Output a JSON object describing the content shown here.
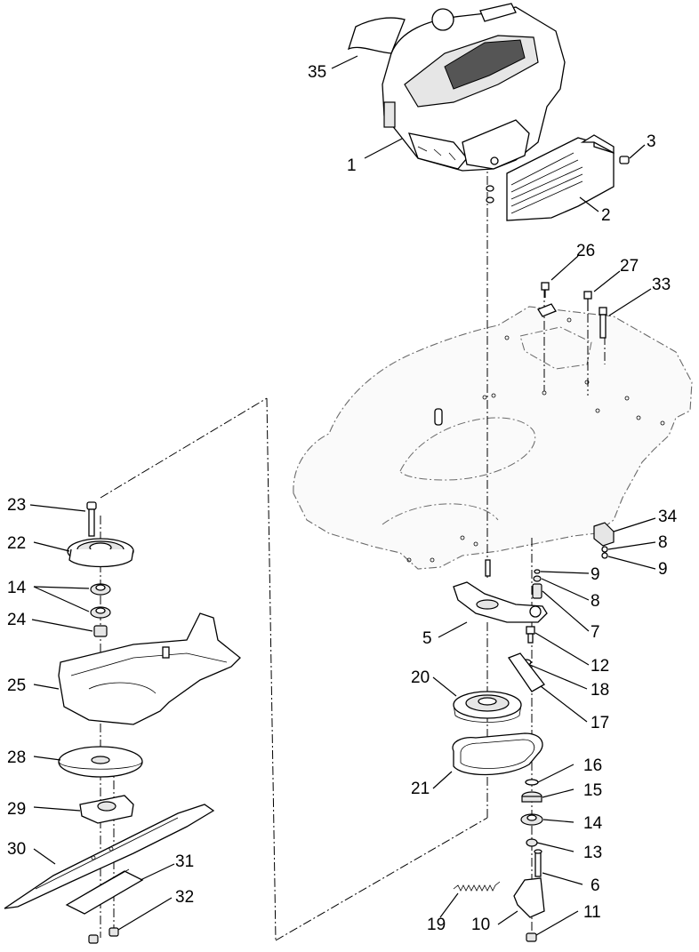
{
  "callouts": [
    {
      "id": "35",
      "label": "35"
    },
    {
      "id": "1",
      "label": "1"
    },
    {
      "id": "3",
      "label": "3"
    },
    {
      "id": "2",
      "label": "2"
    },
    {
      "id": "26",
      "label": "26"
    },
    {
      "id": "27",
      "label": "27"
    },
    {
      "id": "33",
      "label": "33"
    },
    {
      "id": "23",
      "label": "23"
    },
    {
      "id": "22",
      "label": "22"
    },
    {
      "id": "14a",
      "label": "14"
    },
    {
      "id": "24",
      "label": "24"
    },
    {
      "id": "25",
      "label": "25"
    },
    {
      "id": "28",
      "label": "28"
    },
    {
      "id": "29",
      "label": "29"
    },
    {
      "id": "30",
      "label": "30"
    },
    {
      "id": "31",
      "label": "31"
    },
    {
      "id": "32",
      "label": "32"
    },
    {
      "id": "34",
      "label": "34"
    },
    {
      "id": "8a",
      "label": "8"
    },
    {
      "id": "9a",
      "label": "9"
    },
    {
      "id": "9b",
      "label": "9"
    },
    {
      "id": "8b",
      "label": "8"
    },
    {
      "id": "7",
      "label": "7"
    },
    {
      "id": "5",
      "label": "5"
    },
    {
      "id": "12",
      "label": "12"
    },
    {
      "id": "20",
      "label": "20"
    },
    {
      "id": "18",
      "label": "18"
    },
    {
      "id": "17",
      "label": "17"
    },
    {
      "id": "16",
      "label": "16"
    },
    {
      "id": "21",
      "label": "21"
    },
    {
      "id": "15",
      "label": "15"
    },
    {
      "id": "14b",
      "label": "14"
    },
    {
      "id": "13",
      "label": "13"
    },
    {
      "id": "6",
      "label": "6"
    },
    {
      "id": "19",
      "label": "19"
    },
    {
      "id": "10",
      "label": "10"
    },
    {
      "id": "11",
      "label": "11"
    }
  ]
}
